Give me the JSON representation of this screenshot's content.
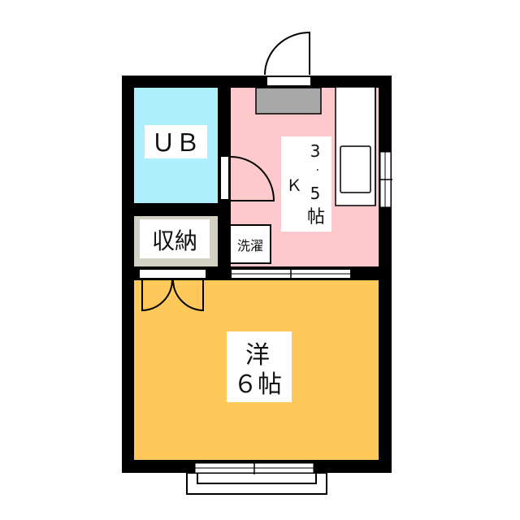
{
  "rooms": {
    "unit_bath": {
      "label": "ＵＢ",
      "color": "#adf0fc"
    },
    "kitchen": {
      "label_type": "Ｋ",
      "label_num_a": "3",
      "label_dot": "．",
      "label_num_b": "5",
      "label_unit": "帖",
      "color": "#fdc9cc"
    },
    "storage": {
      "label": "収納",
      "border_color": "#d3d1c4"
    },
    "washer": {
      "label": "洗濯"
    },
    "western": {
      "label_type": "洋",
      "label_size": "６帖",
      "color": "#fec85a"
    }
  },
  "colors": {
    "wall": "#000000",
    "fixture_gray": "#a9a9a9"
  }
}
